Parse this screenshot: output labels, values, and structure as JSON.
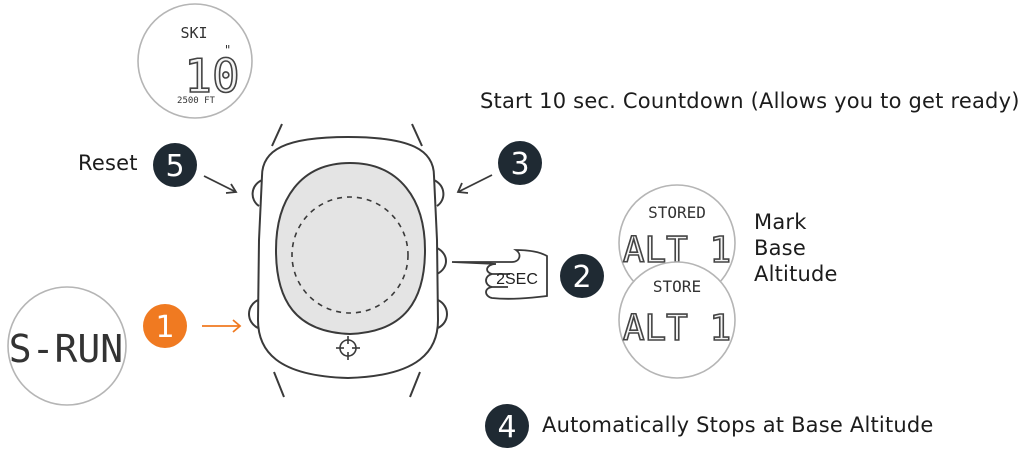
{
  "labels": {
    "reset": "Reset",
    "countdown": "Start 10 sec. Countdown (Allows you to get ready)",
    "mark_line1": "Mark",
    "mark_line2": "Base",
    "mark_line3": "Altitude",
    "auto_stop": "Automatically Stops at Base Altitude",
    "hold_time": "2SEC"
  },
  "steps": [
    "1",
    "2",
    "3",
    "4",
    "5"
  ],
  "displays": {
    "ski": {
      "title": "SKI",
      "value": "10",
      "unit": "\"",
      "altitude": "2500 FT"
    },
    "stored": {
      "title": "STORED",
      "value": "ALT 1"
    },
    "store": {
      "title": "STORE",
      "value": "ALT 1"
    },
    "mode": {
      "value": "S-RUN"
    }
  },
  "colors": {
    "accent": "#f07a21",
    "badge": "#1f2a33",
    "face": "#e4e4e4",
    "line": "#3a3a3a"
  },
  "icons": [
    "arrow-right-icon",
    "arrow-left-icon",
    "hand-press-icon",
    "crosshair-icon"
  ]
}
